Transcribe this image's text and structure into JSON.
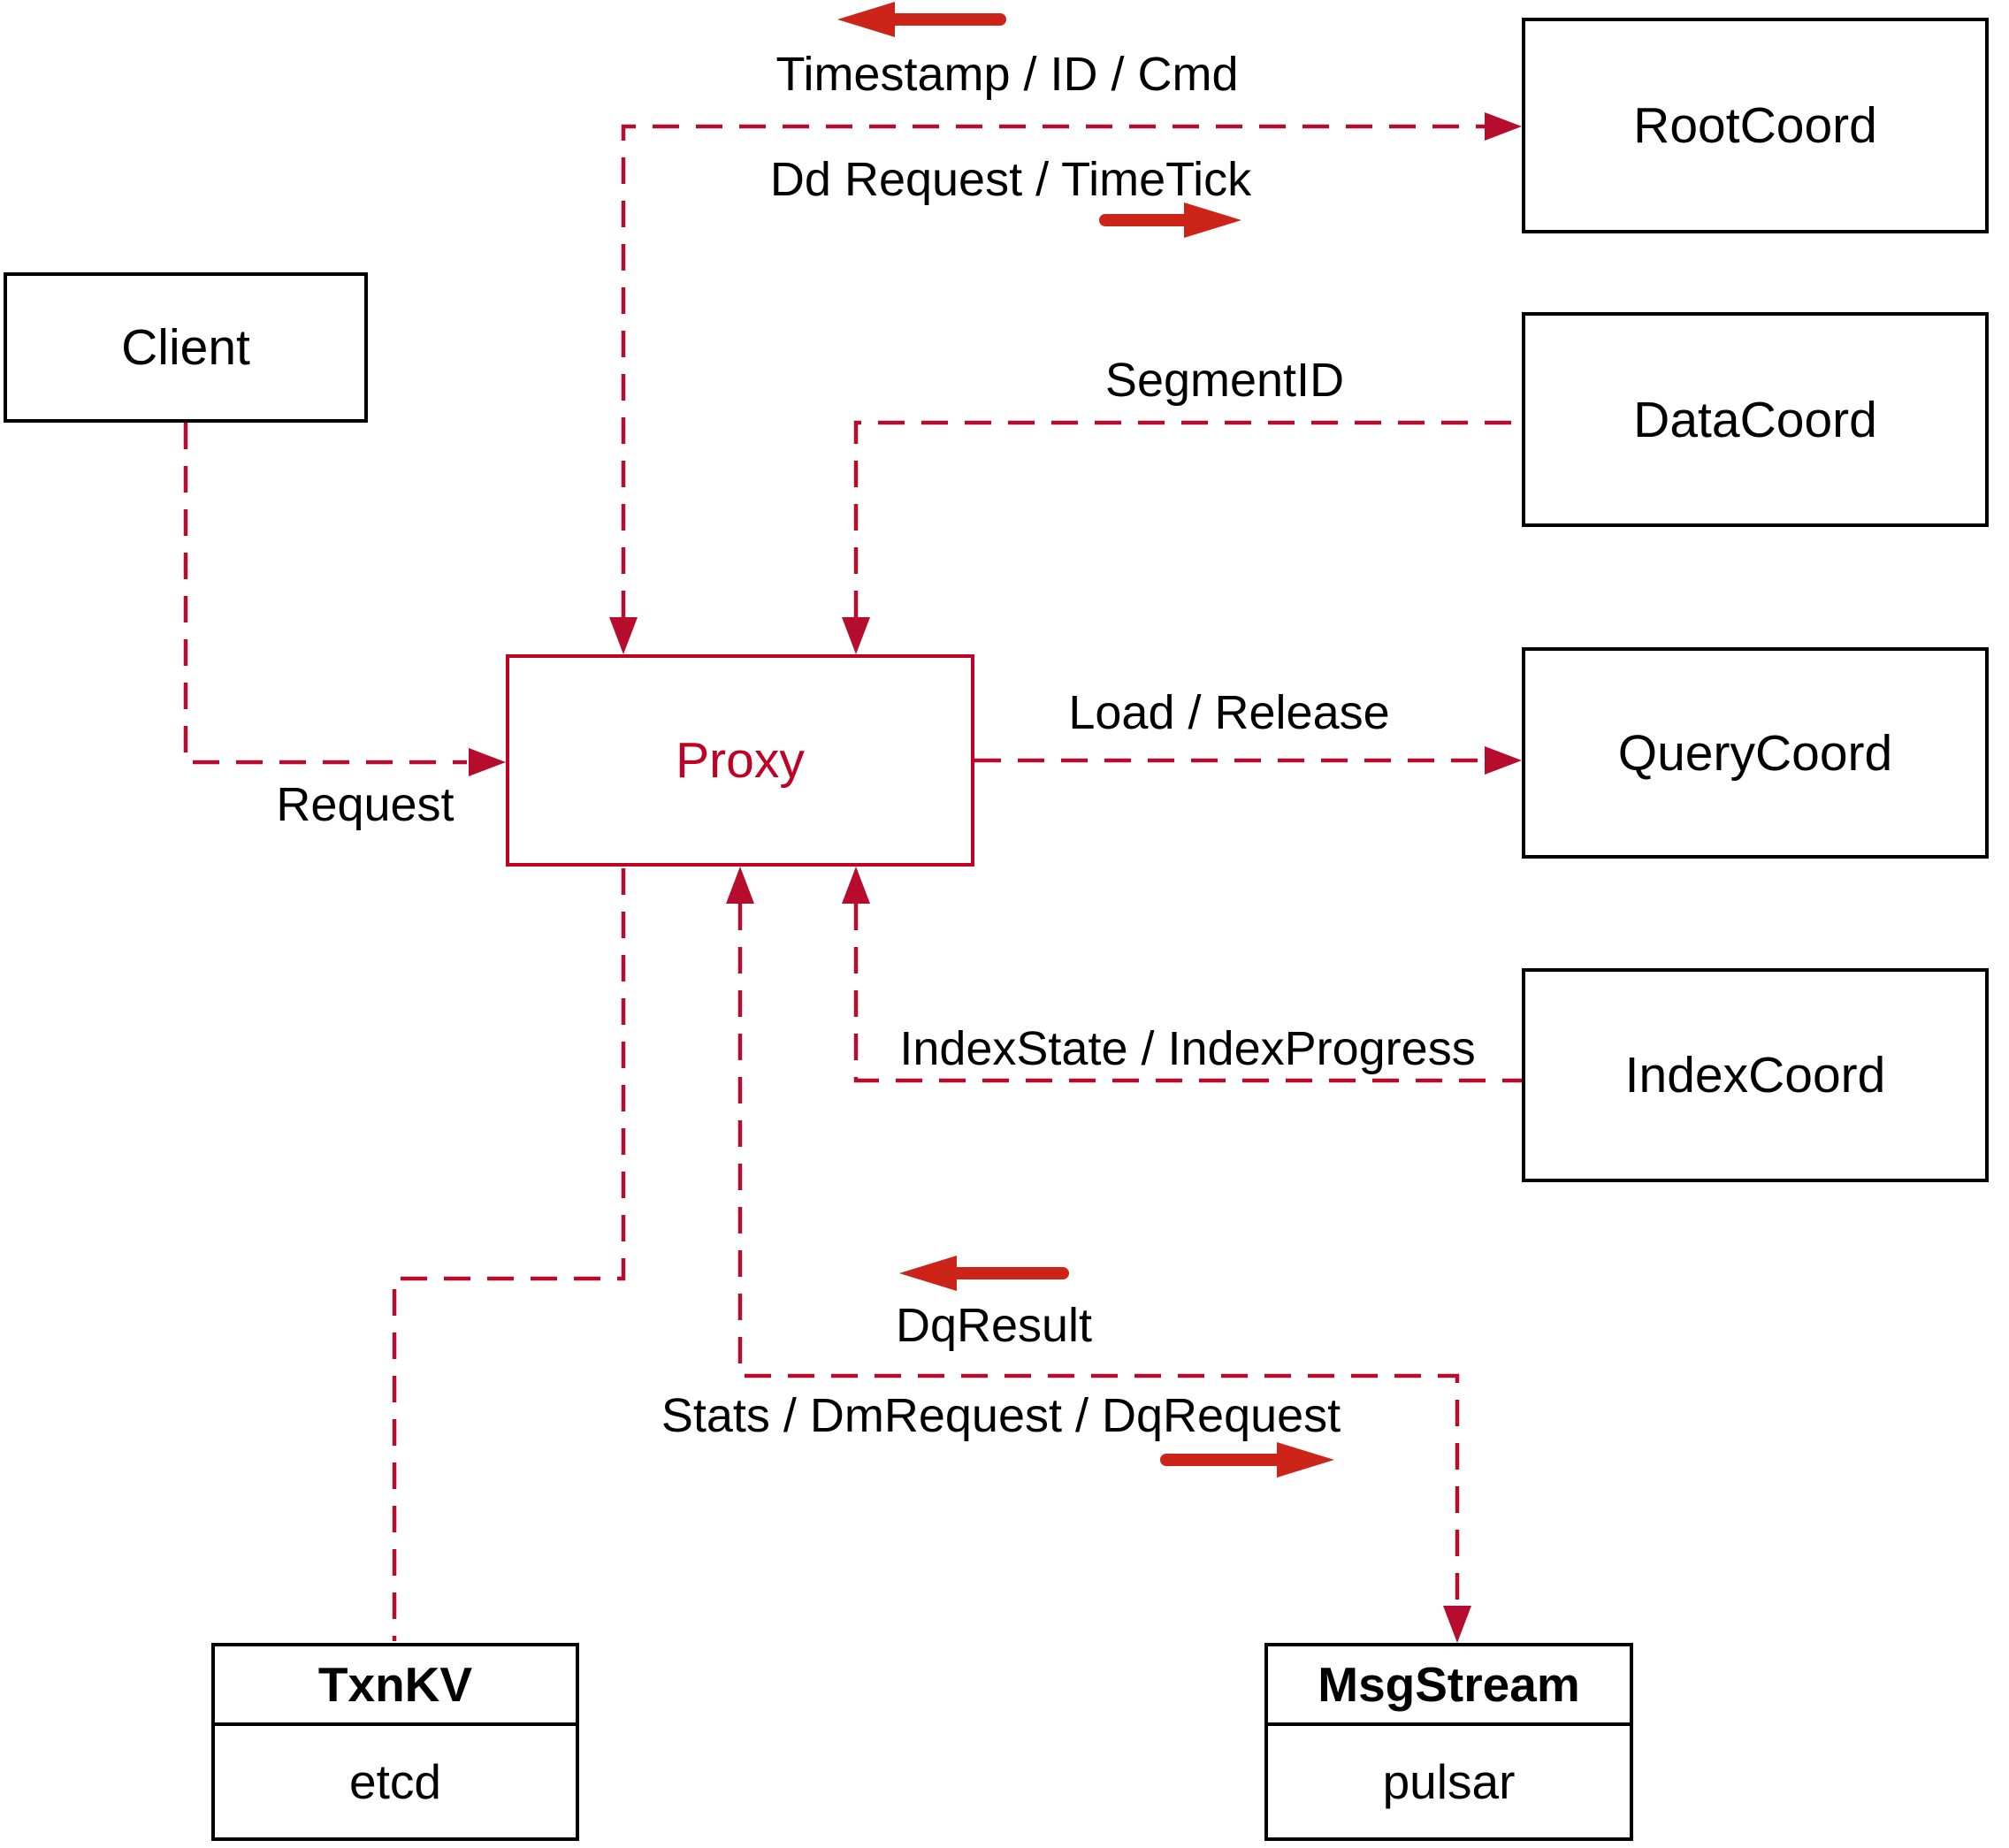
{
  "diagram": {
    "nodes": {
      "client": "Client",
      "rootcoord": "RootCoord",
      "datacoord": "DataCoord",
      "querycoord": "QueryCoord",
      "indexcoord": "IndexCoord",
      "proxy": "Proxy",
      "txnkv": {
        "title": "TxnKV",
        "subtitle": "etcd"
      },
      "msgstream": {
        "title": "MsgStream",
        "subtitle": "pulsar"
      }
    },
    "edge_labels": {
      "timestamp_id_cmd": "Timestamp / ID / Cmd",
      "dd_request_timetick": "Dd Request / TimeTick",
      "segment_id": "SegmentID",
      "load_release": "Load / Release",
      "index_state_progress": "IndexState / IndexProgress",
      "request": "Request",
      "dq_result": "DqResult",
      "stats_dm_dq": "Stats / DmRequest / DqRequest"
    },
    "edges": [
      {
        "from": "Client",
        "to": "Proxy",
        "label": "Request",
        "style": "dashed"
      },
      {
        "from": "RootCoord",
        "to": "Proxy",
        "label": "Timestamp / ID / Cmd",
        "style": "dashed"
      },
      {
        "from": "Proxy",
        "to": "RootCoord",
        "label": "Dd Request / TimeTick",
        "style": "dashed"
      },
      {
        "from": "DataCoord",
        "to": "Proxy",
        "label": "SegmentID",
        "style": "dashed"
      },
      {
        "from": "Proxy",
        "to": "QueryCoord",
        "label": "Load / Release",
        "style": "dashed"
      },
      {
        "from": "IndexCoord",
        "to": "Proxy",
        "label": "IndexState / IndexProgress",
        "style": "dashed"
      },
      {
        "from": "Proxy",
        "to": "TxnKV",
        "label": "",
        "style": "dashed"
      },
      {
        "from": "MsgStream",
        "to": "Proxy",
        "label": "DqResult",
        "style": "dashed"
      },
      {
        "from": "Proxy",
        "to": "MsgStream",
        "label": "Stats / DmRequest / DqRequest",
        "style": "dashed"
      }
    ],
    "colors": {
      "connector": "#b60d2e",
      "direction_arrow": "#cc2418",
      "proxy_accent": "#c00024",
      "box_border": "#000000",
      "text": "#000000",
      "background": "#ffffff"
    }
  }
}
